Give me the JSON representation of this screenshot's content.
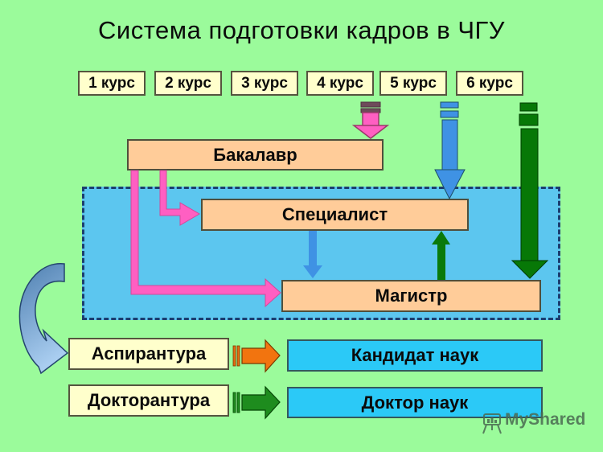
{
  "title": "Система подготовки кадров в ЧГУ",
  "courses": [
    "1 курс",
    "2 курс",
    "3 курс",
    "4 курс",
    "5 курс",
    "6 курс"
  ],
  "degrees": {
    "bachelor": "Бакалавр",
    "specialist": "Специалист",
    "master": "Магистр"
  },
  "postgraduate": {
    "aspirantura": "Аспирантура",
    "doktorantura": "Докторантура"
  },
  "scientific_degrees": {
    "kandidat": "Кандидат наук",
    "doktor": "Доктор наук"
  },
  "watermark": "MyShared",
  "colors": {
    "background": "#9BFB9B",
    "course_box_fill": "#FFFFCC",
    "degree_box_fill": "#FFCC99",
    "postgrad_box_fill": "#FFFFCC",
    "science_box_fill": "#2BC9F7",
    "dashed_area_fill": "#5CC6EF",
    "dashed_area_border": "#1C3E6E",
    "arrow_pink": "#FF5FC2",
    "arrow_blue": "#3F92E4",
    "arrow_dark_green": "#077807",
    "arrow_orange": "#F2740F",
    "arrow_green": "#1E8C1E",
    "arrow_curved_blue_top": "#4E7FB0",
    "arrow_curved_blue_bottom": "#A9CDF0"
  },
  "arrows": [
    {
      "name": "pink-down-arrow",
      "from": "4 курс",
      "to": "Бакалавр"
    },
    {
      "name": "blue-down-arrow",
      "from": "5 курс",
      "to": "Специалист"
    },
    {
      "name": "green-down-arrow",
      "from": "6 курс",
      "to": "Магистр"
    },
    {
      "name": "pink-elbow-arrow-specialist",
      "from": "Бакалавр",
      "to": "Специалист"
    },
    {
      "name": "pink-elbow-arrow-master",
      "from": "Бакалавр",
      "to": "Магистр"
    },
    {
      "name": "blue-small-down-arrow",
      "from": "Специалист",
      "to": "Магистр"
    },
    {
      "name": "green-small-up-arrow",
      "from": "Магистр",
      "to": "Специалист"
    },
    {
      "name": "curved-blue-arrow",
      "from": "dashed-area",
      "to": "Аспирантура"
    },
    {
      "name": "orange-right-arrow",
      "from": "Аспирантура",
      "to": "Кандидат наук"
    },
    {
      "name": "green-right-arrow",
      "from": "Докторантура",
      "to": "Доктор наук"
    }
  ]
}
